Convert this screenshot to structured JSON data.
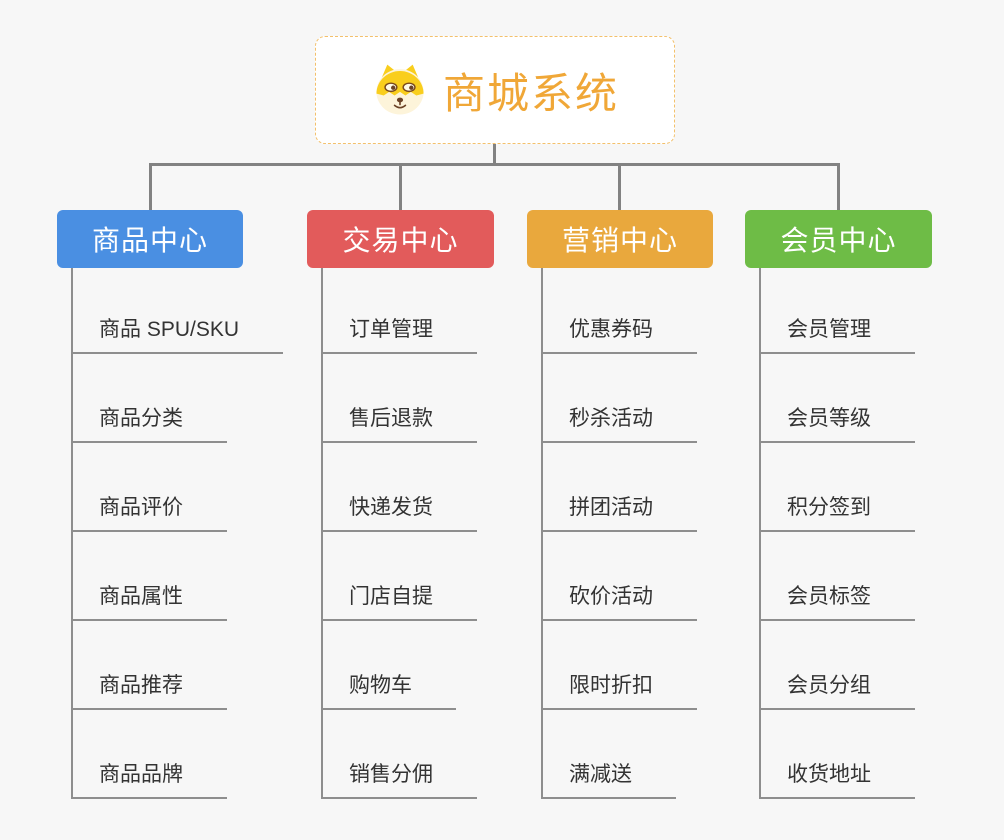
{
  "root": {
    "title": "商城系统",
    "icon": "dog-face-icon",
    "title_color": "#f0a737",
    "border_color": "#f3c06b"
  },
  "connector_color": "#828282",
  "leaf_line_color": "#8e8e8e",
  "branches": [
    {
      "label": "商品中心",
      "color": "#4a8fe2",
      "items": [
        "商品 SPU/SKU",
        "商品分类",
        "商品评价",
        "商品属性",
        "商品推荐",
        "商品品牌"
      ]
    },
    {
      "label": "交易中心",
      "color": "#e25b5b",
      "items": [
        "订单管理",
        "售后退款",
        "快递发货",
        "门店自提",
        "购物车",
        "销售分佣"
      ]
    },
    {
      "label": "营销中心",
      "color": "#e9a83d",
      "items": [
        "优惠券码",
        "秒杀活动",
        "拼团活动",
        "砍价活动",
        "限时折扣",
        "满减送"
      ]
    },
    {
      "label": "会员中心",
      "color": "#6ebc46",
      "items": [
        "会员管理",
        "会员等级",
        "积分签到",
        "会员标签",
        "会员分组",
        "收货地址"
      ]
    }
  ]
}
